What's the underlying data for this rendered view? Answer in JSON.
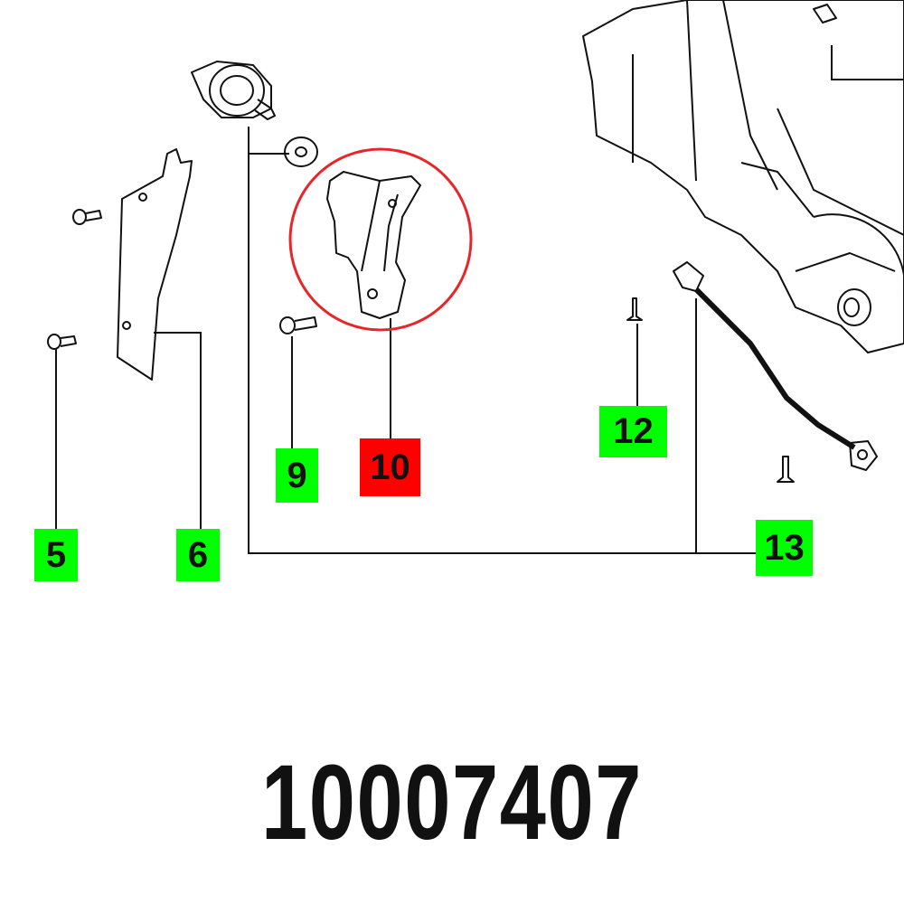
{
  "colors": {
    "label_default": "#00ff00",
    "label_highlight": "#ff0000",
    "highlight_circle": "#e8262a"
  },
  "labels": [
    {
      "text": "5",
      "highlighted": false
    },
    {
      "text": "6",
      "highlighted": false
    },
    {
      "text": "9",
      "highlighted": false
    },
    {
      "text": "10",
      "highlighted": true
    },
    {
      "text": "12",
      "highlighted": false
    },
    {
      "text": "13",
      "highlighted": false
    }
  ],
  "part_number": "10007407"
}
